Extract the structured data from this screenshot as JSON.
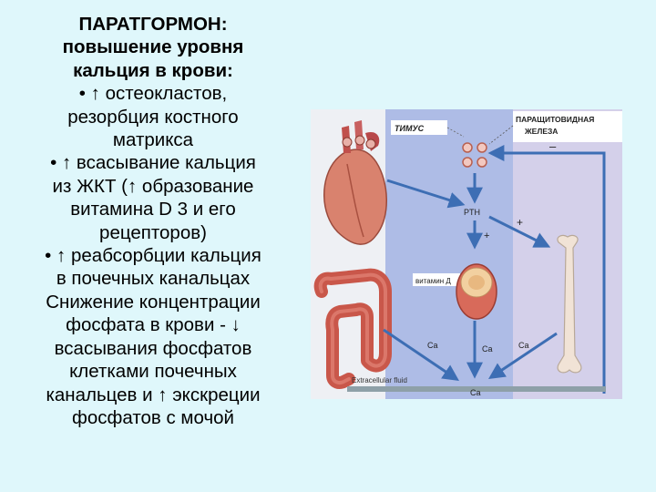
{
  "slide": {
    "lines": [
      {
        "text": "ПАРАТГОРМОН:",
        "bold": true
      },
      {
        "text": "повышение уровня",
        "bold": true
      },
      {
        "text": "кальция в крови:",
        "bold": true
      },
      {
        "text": "• ↑ остеокластов,",
        "bold": false
      },
      {
        "text": "резорбция костного",
        "bold": false
      },
      {
        "text": "матрикса",
        "bold": false
      },
      {
        "text": "• ↑ всасывание кальция",
        "bold": false
      },
      {
        "text": "из ЖКТ (↑ образование",
        "bold": false
      },
      {
        "text": "витамина D 3 и его",
        "bold": false
      },
      {
        "text": "рецепторов)",
        "bold": false
      },
      {
        "text": "• ↑ реабсорбции кальция",
        "bold": false
      },
      {
        "text": "в почечных канальцах",
        "bold": false
      },
      {
        "text": "Снижение концентрации",
        "bold": false
      },
      {
        "text": "фосфата в крови - ↓",
        "bold": false
      },
      {
        "text": "всасывания фосфатов",
        "bold": false
      },
      {
        "text": "клетками почечных",
        "bold": false
      },
      {
        "text": "канальцев и ↑ экскреции",
        "bold": false
      },
      {
        "text": "фосфатов с мочой",
        "bold": false
      }
    ]
  },
  "figure": {
    "thymus_label": "ТИМУС",
    "parathyroid_label_1": "ПАРАЩИТОВИДНАЯ",
    "parathyroid_label_2": "ЖЕЛЕЗА",
    "minus_sign": "–",
    "pth_label": "PTH",
    "plus_sign_right": "+",
    "plus_sign_down": "+",
    "vitamin_label": "витамин Д",
    "ca_left": "Ca",
    "ca_center": "Ca",
    "ca_right": "Ca",
    "ca_bottom": "Ca",
    "extracellular_label": "Extracellular fluid",
    "colors": {
      "panel_left": "#eef0f4",
      "panel_mid": "#aebce6",
      "panel_right": "#d4d0ea",
      "arrow": "#3d6eb4",
      "heart": "#d9826e",
      "intestine": "#c9574a",
      "bone": "#f1e3d6"
    }
  }
}
